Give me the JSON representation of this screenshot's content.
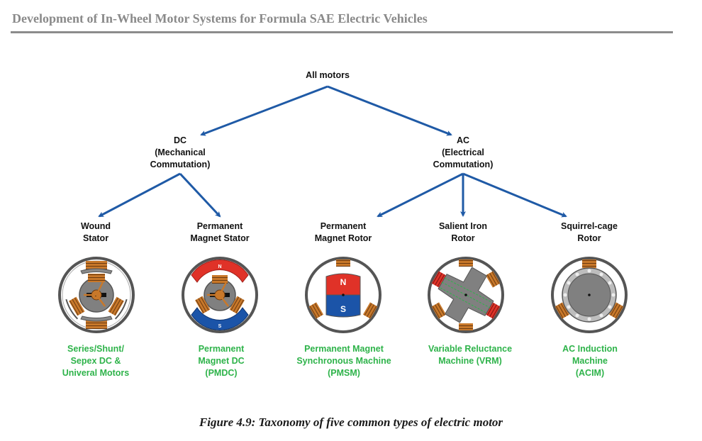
{
  "header": {
    "title": "Development of In-Wheel Motor Systems for Formula SAE Electric Vehicles"
  },
  "tree": {
    "root": {
      "label": "All motors"
    },
    "branches": [
      {
        "label_lines": [
          "DC",
          "(Mechanical",
          "Commutation)"
        ],
        "children": [
          {
            "label_lines": [
              "Wound",
              "Stator"
            ],
            "motor_icon": "wound-stator-dc-motor",
            "type_lines": [
              "Series/Shunt/",
              "Sepex DC &",
              "Univeral Motors"
            ]
          },
          {
            "label_lines": [
              "Permanent",
              "Magnet Stator"
            ],
            "motor_icon": "pmdc-motor",
            "type_lines": [
              "Permanent",
              "Magnet DC",
              "(PMDC)"
            ],
            "magnet_labels": [
              "N",
              "S"
            ]
          }
        ]
      },
      {
        "label_lines": [
          "AC",
          "(Electrical",
          "Commutation)"
        ],
        "children": [
          {
            "label_lines": [
              "Permanent",
              "Magnet Rotor"
            ],
            "motor_icon": "pmsm-motor",
            "type_lines": [
              "Permanent Magnet",
              "Synchronous Machine",
              "(PMSM)"
            ],
            "magnet_labels": [
              "N",
              "S"
            ]
          },
          {
            "label_lines": [
              "Salient Iron",
              "Rotor"
            ],
            "motor_icon": "vrm-motor",
            "type_lines": [
              "Variable Reluctance",
              "Machine (VRM)"
            ]
          },
          {
            "label_lines": [
              "Squirrel-cage",
              "Rotor"
            ],
            "motor_icon": "acim-motor",
            "type_lines": [
              "AC Induction",
              "Machine",
              "(ACIM)"
            ]
          }
        ]
      }
    ]
  },
  "colors": {
    "arrow": "#1f5aa6",
    "type_label": "#2eb34a",
    "header": "#8a8a8a",
    "coil": "#c8782a",
    "north": "#e03228",
    "south": "#1b54a8",
    "rotor": "#808080"
  },
  "caption": "Figure 4.9: Taxonomy of five common types of electric motor"
}
